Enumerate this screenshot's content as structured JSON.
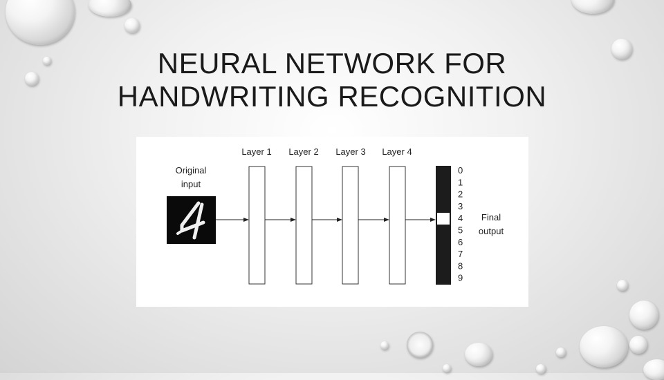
{
  "slide": {
    "title_line1": "NEURAL NETWORK FOR",
    "title_line2": "HANDWRITING RECOGNITION"
  },
  "diagram": {
    "input_label_line1": "Original",
    "input_label_line2": "input",
    "input_glyph": "4",
    "layers": [
      "Layer 1",
      "Layer 2",
      "Layer 3",
      "Layer 4"
    ],
    "outputs": [
      "0",
      "1",
      "2",
      "3",
      "4",
      "5",
      "6",
      "7",
      "8",
      "9"
    ],
    "highlighted_output": "4",
    "final_label_line1": "Final",
    "final_label_line2": "output"
  },
  "colors": {
    "background": "#e6e6e6",
    "title": "#1a1a1a",
    "figure_bg": "#ffffff",
    "output_bar": "#1c1c1c",
    "highlight": "#ffffff"
  }
}
